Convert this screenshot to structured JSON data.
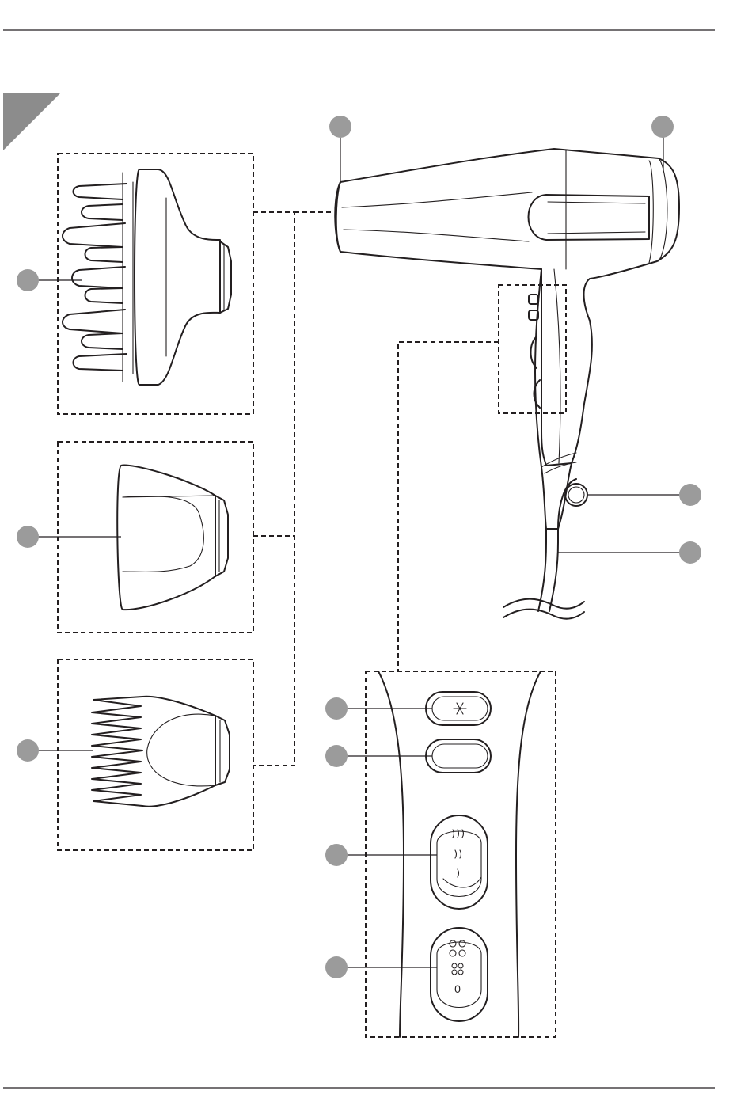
{
  "colors": {
    "line": "#231f20",
    "marker": "#9b9b9b",
    "corner_tab": "#8c8c8c",
    "rule": "#231f20"
  },
  "callouts": [
    {
      "id": "diffuser",
      "label": ""
    },
    {
      "id": "volume-nozzle",
      "label": ""
    },
    {
      "id": "comb-nozzle",
      "label": ""
    },
    {
      "id": "air-outlet",
      "label": ""
    },
    {
      "id": "air-inlet-filter",
      "label": ""
    },
    {
      "id": "hanging-loop",
      "label": ""
    },
    {
      "id": "power-cord",
      "label": ""
    },
    {
      "id": "cool-shot-button",
      "label": ""
    },
    {
      "id": "ion-button",
      "label": ""
    },
    {
      "id": "heat-switch",
      "label": ""
    },
    {
      "id": "speed-switch",
      "label": ""
    }
  ],
  "icons": {
    "cool_shot": "snowflake-icon",
    "heat_levels": "heat-waves-icon",
    "speed_levels": "fan-icon"
  },
  "switch_labels": {
    "off": "0"
  }
}
